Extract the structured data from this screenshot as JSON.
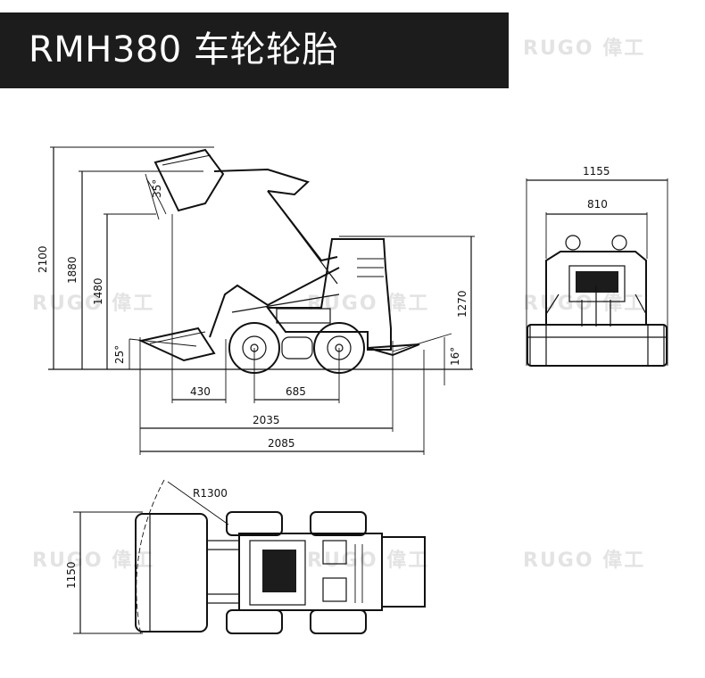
{
  "title": "RMH380 车轮轮胎",
  "watermark": "RUGO 偉工",
  "side_view": {
    "height_labels": [
      "2100",
      "1880",
      "1480",
      "1270"
    ],
    "angle_labels": [
      "35°",
      "25°",
      "16°"
    ],
    "length_labels": [
      "430",
      "685",
      "2035",
      "2085"
    ]
  },
  "front_view": {
    "width_labels": [
      "1155",
      "810"
    ]
  },
  "top_view": {
    "radius_label": "R1300",
    "width_label": "1150"
  }
}
